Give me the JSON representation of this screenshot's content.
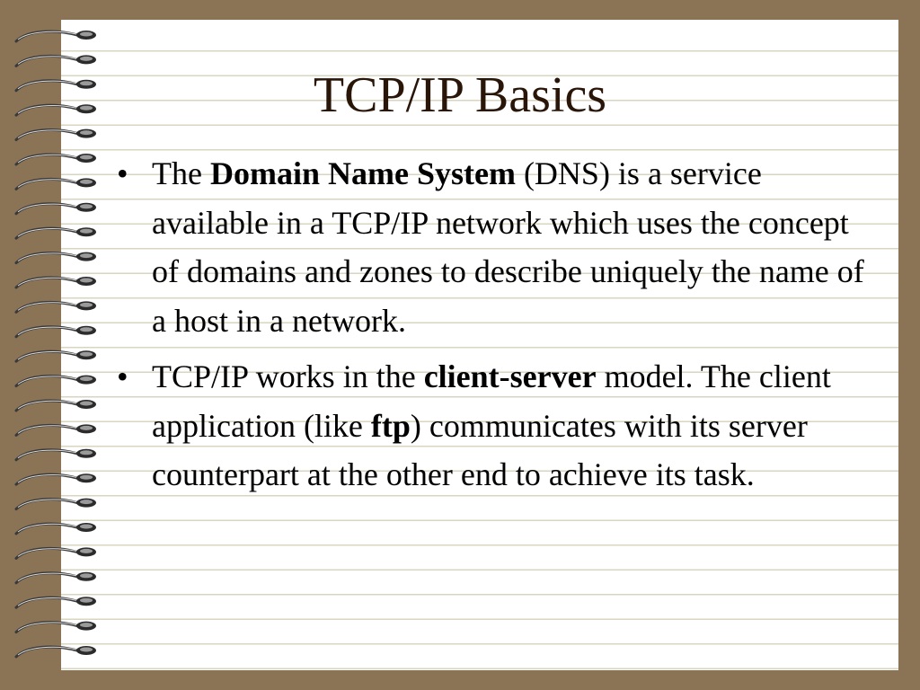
{
  "slide": {
    "title": "TCP/IP Basics",
    "bullet_marker": "•",
    "bullets": [
      {
        "segments": [
          {
            "text": "The ",
            "bold": false
          },
          {
            "text": "Domain Name System",
            "bold": true
          },
          {
            "text": " (DNS) is a service available in a TCP/IP network which uses the concept of domains and zones to describe uniquely the name of a host in a network.",
            "bold": false
          }
        ]
      },
      {
        "segments": [
          {
            "text": "TCP/IP works in the ",
            "bold": false
          },
          {
            "text": "client-server",
            "bold": true
          },
          {
            "text": " model. The client application (like ",
            "bold": false
          },
          {
            "text": "ftp",
            "bold": true
          },
          {
            "text": ") communicates with its server counterpart at the other end to achieve its task.",
            "bold": false
          }
        ]
      }
    ]
  },
  "colors": {
    "frame": "#8b7355",
    "paper": "#ffffff",
    "rule_lines": "#d9d6c0",
    "title_text": "#2a1608",
    "body_text": "#000000"
  },
  "decor": {
    "spiral_binding_rings": 26
  }
}
